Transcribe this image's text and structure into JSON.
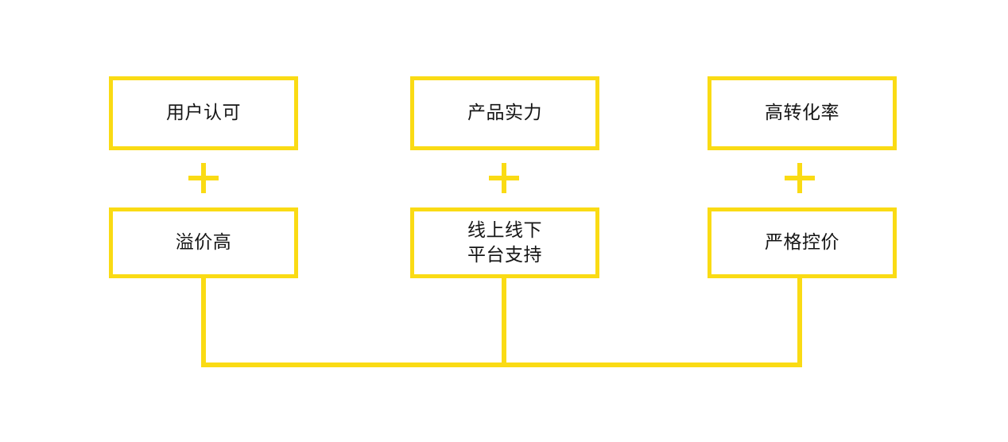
{
  "diagram": {
    "type": "flow-diagram",
    "accent_color": "#fadb14",
    "background_color": "#ffffff",
    "text_color": "#151515",
    "columns": [
      {
        "id": "column-1",
        "top_label": "用户认可",
        "operator": "+",
        "bottom_label": "溢价高"
      },
      {
        "id": "column-2",
        "top_label": "产品实力",
        "operator": "+",
        "bottom_label": "线上线下\n平台支持"
      },
      {
        "id": "column-3",
        "top_label": "高转化率",
        "operator": "+",
        "bottom_label": "严格控价"
      }
    ]
  }
}
